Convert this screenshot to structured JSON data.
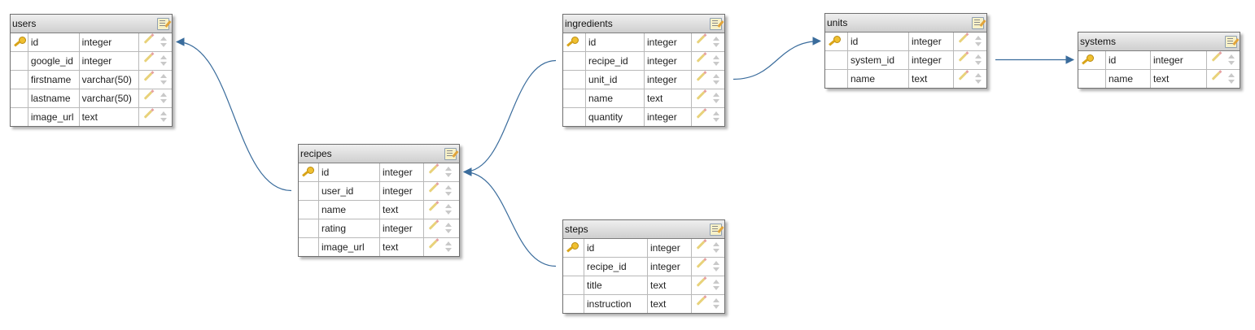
{
  "colors": {
    "connector": "#3a6c9c",
    "header_gradient_top": "#efefef",
    "header_gradient_bottom": "#cfcfcf",
    "border": "#6f6f6f"
  },
  "tables": {
    "users": {
      "name": "users",
      "columns": [
        {
          "name": "id",
          "type": "integer",
          "primary_key": true
        },
        {
          "name": "google_id",
          "type": "integer",
          "primary_key": false
        },
        {
          "name": "firstname",
          "type": "varchar(50)",
          "primary_key": false
        },
        {
          "name": "lastname",
          "type": "varchar(50)",
          "primary_key": false
        },
        {
          "name": "image_url",
          "type": "text",
          "primary_key": false
        }
      ]
    },
    "recipes": {
      "name": "recipes",
      "columns": [
        {
          "name": "id",
          "type": "integer",
          "primary_key": true
        },
        {
          "name": "user_id",
          "type": "integer",
          "primary_key": false
        },
        {
          "name": "name",
          "type": "text",
          "primary_key": false
        },
        {
          "name": "rating",
          "type": "integer",
          "primary_key": false
        },
        {
          "name": "image_url",
          "type": "text",
          "primary_key": false
        }
      ]
    },
    "ingredients": {
      "name": "ingredients",
      "columns": [
        {
          "name": "id",
          "type": "integer",
          "primary_key": true
        },
        {
          "name": "recipe_id",
          "type": "integer",
          "primary_key": false
        },
        {
          "name": "unit_id",
          "type": "integer",
          "primary_key": false
        },
        {
          "name": "name",
          "type": "text",
          "primary_key": false
        },
        {
          "name": "quantity",
          "type": "integer",
          "primary_key": false
        }
      ]
    },
    "units": {
      "name": "units",
      "columns": [
        {
          "name": "id",
          "type": "integer",
          "primary_key": true
        },
        {
          "name": "system_id",
          "type": "integer",
          "primary_key": false
        },
        {
          "name": "name",
          "type": "text",
          "primary_key": false
        }
      ]
    },
    "systems": {
      "name": "systems",
      "columns": [
        {
          "name": "id",
          "type": "integer",
          "primary_key": true
        },
        {
          "name": "name",
          "type": "text",
          "primary_key": false
        }
      ]
    },
    "steps": {
      "name": "steps",
      "columns": [
        {
          "name": "id",
          "type": "integer",
          "primary_key": true
        },
        {
          "name": "recipe_id",
          "type": "integer",
          "primary_key": false
        },
        {
          "name": "title",
          "type": "text",
          "primary_key": false
        },
        {
          "name": "instruction",
          "type": "text",
          "primary_key": false
        }
      ]
    }
  },
  "relationships": [
    {
      "from_table": "recipes",
      "from_column": "user_id",
      "to_table": "users",
      "to_column": "id"
    },
    {
      "from_table": "ingredients",
      "from_column": "recipe_id",
      "to_table": "recipes",
      "to_column": "id"
    },
    {
      "from_table": "steps",
      "from_column": "recipe_id",
      "to_table": "recipes",
      "to_column": "id"
    },
    {
      "from_table": "ingredients",
      "from_column": "unit_id",
      "to_table": "units",
      "to_column": "id"
    },
    {
      "from_table": "units",
      "from_column": "system_id",
      "to_table": "systems",
      "to_column": "id"
    }
  ]
}
